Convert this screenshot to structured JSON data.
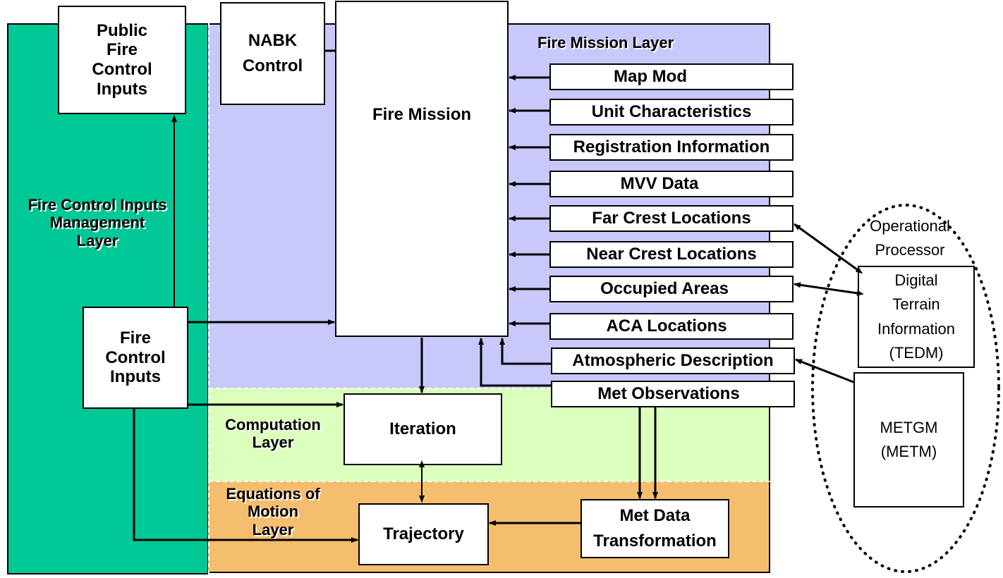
{
  "layers": {
    "fire_control_inputs_management": "Fire Control Inputs\nManagement\nLayer",
    "fire_mission": "Fire Mission Layer",
    "computation": "Computation\nLayer",
    "equations_of_motion": "Equations of\nMotion\nLayer"
  },
  "boxes": {
    "public_fire_control_inputs": "Public\nFire\nControl\nInputs",
    "nabk_control": "NABK\nControl",
    "fire_mission": "Fire Mission",
    "fire_control_inputs": "Fire\nControl\nInputs",
    "iteration": "Iteration",
    "trajectory": "Trajectory",
    "met_data_transformation": "Met Data\nTransformation"
  },
  "inputs": [
    "Map Mod",
    "Unit Characteristics",
    "Registration Information",
    "MVV Data",
    "Far Crest Locations",
    "Near Crest Locations",
    "Occupied Areas",
    "ACA Locations",
    "Atmospheric Description",
    "Met Observations"
  ],
  "operational_processor": {
    "label": "Operational\nProcessor",
    "digital_terrain": "Digital\nTerrain\nInformation\n(TEDM)",
    "metgm": "METGM\n(METM)"
  },
  "colors": {
    "fire_control_layer": "#00c896",
    "fire_mission_layer": "#c8c8fa",
    "computation_layer": "#dcffbe",
    "equations_layer": "#f5be6e",
    "line": "#000000"
  }
}
